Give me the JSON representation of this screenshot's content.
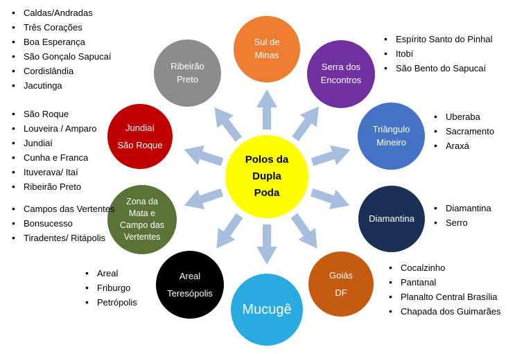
{
  "colors": {
    "arrow": "#A7BEDF",
    "background": "#FFFFFF"
  },
  "center": {
    "label": "Polos da\nDupla\nPoda",
    "color": "#FFFF00",
    "text_color": "#000000"
  },
  "nodes": [
    {
      "id": "sul-de-minas",
      "label": "Sul de\nMinas",
      "color": "#ED7D31"
    },
    {
      "id": "ribeirao-preto",
      "label": "Ribeirão\nPreto",
      "color": "#8C8C8C"
    },
    {
      "id": "serra-dos-encontros",
      "label": "Serra dos\nEncontros",
      "color": "#7030A0"
    },
    {
      "id": "jundiai-sao-roque",
      "label": "Jundiaí\nSão Roque",
      "color": "#C00000"
    },
    {
      "id": "triangulo-mineiro",
      "label": "Triângulo\nMineiro",
      "color": "#4472C4"
    },
    {
      "id": "zona-da-mata",
      "label": "Zona da\nMata e\nCampo das\nVertentes",
      "color": "#5A7337"
    },
    {
      "id": "diamantina",
      "label": "Diamantina",
      "color": "#1B3055"
    },
    {
      "id": "areal-teresopolis",
      "label": "Areal\nTeresópolis",
      "color": "#000000"
    },
    {
      "id": "goias-df",
      "label": "Goiás\nDF",
      "color": "#C55A11"
    },
    {
      "id": "mucuge",
      "label": "Mucugê",
      "color": "#29ABE2"
    }
  ],
  "lists": [
    {
      "id": "sul-de-minas-cities",
      "items": [
        "Caldas/Andradas",
        "Três Corações",
        "Boa Esperança",
        "São Gonçalo Sapucaí",
        "Cordislândia",
        "Jacutinga"
      ]
    },
    {
      "id": "jundiai-sao-roque-cities",
      "items": [
        "São Roque",
        "Louveira / Amparo",
        "Jundiaí",
        "Cunha e Franca",
        "Ituverava/ Itaí",
        "Ribeirão Preto"
      ]
    },
    {
      "id": "zona-da-mata-cities",
      "items": [
        "Campos das Vertentes",
        "Bonsucesso",
        "Tiradentes/ Ritápolis"
      ]
    },
    {
      "id": "areal-teresopolis-cities",
      "items": [
        "Areal",
        "Friburgo",
        "Petrópolis"
      ]
    },
    {
      "id": "serra-dos-encontros-cities",
      "items": [
        "Espírito Santo do Pinhal",
        "Itobí",
        "São Bento do Sapucaí"
      ]
    },
    {
      "id": "triangulo-mineiro-cities",
      "items": [
        "Uberaba",
        "Sacramento",
        "Araxá"
      ]
    },
    {
      "id": "diamantina-cities",
      "items": [
        "Diamantina",
        "Serro"
      ]
    },
    {
      "id": "goias-df-cities",
      "items": [
        "Cocalzinho",
        "Pantanal",
        "Planalto Central Brasília",
        "Chapada dos Guimarães"
      ]
    }
  ]
}
